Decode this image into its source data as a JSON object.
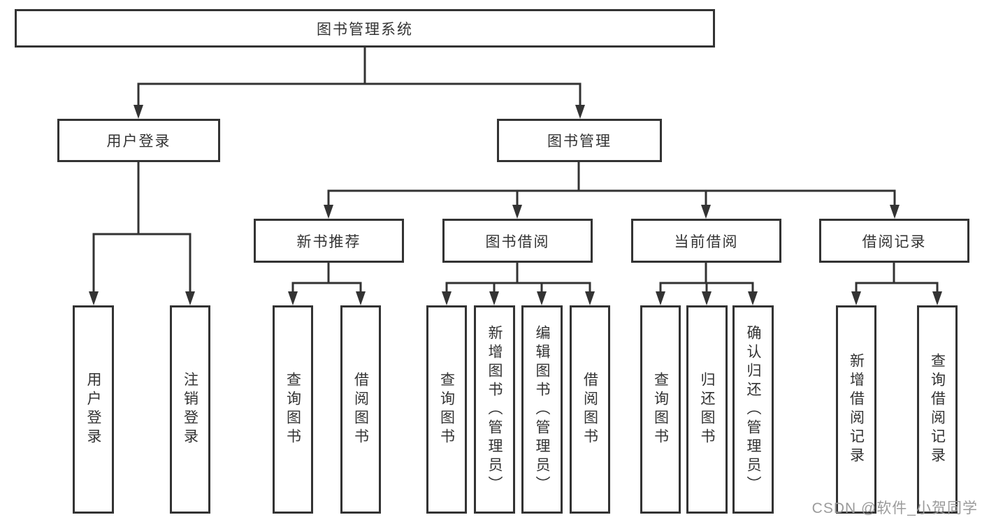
{
  "diagram": {
    "title": "图书管理系统",
    "colors": {
      "line": "#333333",
      "border": "#333333",
      "text": "#333333",
      "box_bg": "#ffffff",
      "watermark": "#9b9b9b"
    },
    "root": {
      "label": "图书管理系统"
    },
    "level2": [
      {
        "label": "用户登录"
      },
      {
        "label": "图书管理"
      }
    ],
    "level3": [
      {
        "label": "新书推荐"
      },
      {
        "label": "图书借阅"
      },
      {
        "label": "当前借阅"
      },
      {
        "label": "借阅记录"
      }
    ],
    "leaves": {
      "user_login": [
        "用户登录",
        "注销登录"
      ],
      "new_books": [
        "查询图书",
        "借阅图书"
      ],
      "book_borrow": [
        "查询图书",
        "新增图书（管理员）",
        "编辑图书（管理员）",
        "借阅图书"
      ],
      "current_borrow": [
        "查询图书",
        "归还图书",
        "确认归还（管理员）"
      ],
      "borrow_records": [
        "新增借阅记录",
        "查询借阅记录"
      ]
    },
    "watermark": "CSDN @软件_小贺同学"
  }
}
